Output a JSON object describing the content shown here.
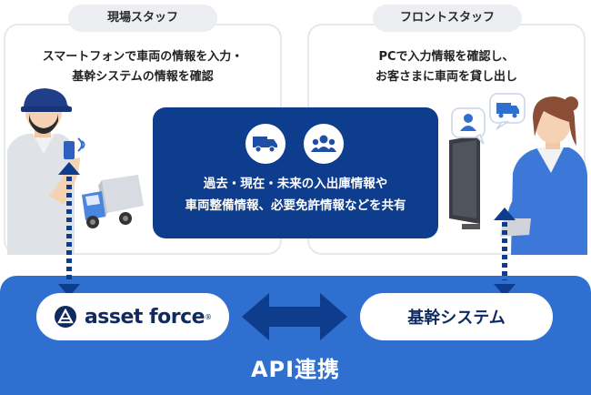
{
  "left_panel": {
    "tag": "現場スタッフ",
    "caption_line1": "スマートフォンで車両の情報を入力・",
    "caption_line2": "基幹システムの情報を確認"
  },
  "right_panel": {
    "tag": "フロントスタッフ",
    "caption_line1": "PCで入力情報を確認し、",
    "caption_line2": "お客さまに車両を貸し出し"
  },
  "center": {
    "line1": "過去・現在・未来の入出庫情報や",
    "line2": "車両整備情報、必要免許情報などを共有"
  },
  "asset_force": {
    "name": "asset force",
    "reg": "®"
  },
  "core_system": {
    "label": "基幹システム"
  },
  "api": {
    "label": "API連携"
  },
  "colors": {
    "primary_blue": "#2f6fd0",
    "navy": "#0e3d8e",
    "text_dark": "#0e2a5e"
  }
}
